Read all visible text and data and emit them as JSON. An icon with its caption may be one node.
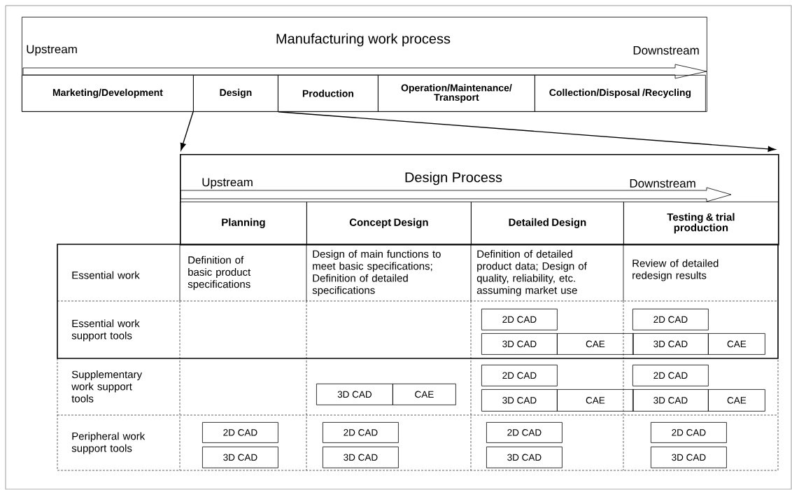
{
  "diagram": {
    "nodes": [
      {
        "text": [
          "Manufacturing work process"
        ]
      },
      {
        "text": [
          "Marketing/Development"
        ],
        "in": 0
      },
      {
        "text": [
          "Design"
        ],
        "in": 0
      },
      {
        "text": [
          "Production"
        ],
        "in": 0
      },
      {
        "text": [
          "Operation/Maintenance/ Transport"
        ],
        "in": 0
      },
      {
        "text": [
          "Collection/Disposal /Recycling"
        ],
        "in": 0
      },
      {
        "text": [
          "Design Process"
        ]
      },
      {
        "text": [
          "Planning"
        ],
        "in": 6
      },
      {
        "text": [
          "Concept Design"
        ],
        "in": 6
      },
      {
        "text": [
          "Detailed Design"
        ],
        "in": 6
      },
      {
        "text": [
          "Testing & trial production"
        ],
        "in": 6
      },
      {
        "text": [
          "2D CAD"
        ]
      },
      {
        "text": [
          "2D CAD"
        ]
      },
      {
        "text": [
          "3D CAD"
        ]
      },
      {
        "text": [
          "CAE"
        ]
      },
      {
        "text": [
          "3D CAD"
        ]
      },
      {
        "text": [
          "CAE"
        ]
      },
      {
        "text": [
          "2D CAD"
        ]
      },
      {
        "text": [
          "2D CAD"
        ]
      },
      {
        "text": [
          "3D CAD"
        ]
      },
      {
        "text": [
          "CAE"
        ]
      },
      {
        "text": [
          "3D CAD"
        ]
      },
      {
        "text": [
          "CAE"
        ]
      },
      {
        "text": [
          "3D CAD"
        ]
      },
      {
        "text": [
          "CAE"
        ]
      },
      {
        "text": [
          "2D CAD"
        ]
      },
      {
        "text": [
          "2D CAD"
        ]
      },
      {
        "text": [
          "2D CAD"
        ]
      },
      {
        "text": [
          "2D CAD"
        ]
      },
      {
        "text": [
          "3D CAD"
        ]
      },
      {
        "text": [
          "3D CAD"
        ]
      },
      {
        "text": [
          "3D CAD"
        ]
      },
      {
        "text": [
          "3D CAD"
        ]
      }
    ],
    "edges": [
      {
        "from": 2,
        "to": 6,
        "arrow": "to"
      },
      {
        "from": 2,
        "to": 6,
        "arrow": "to"
      }
    ],
    "labels": [
      "Upstream",
      "Downstream",
      "Upstream",
      "Downstream",
      "Essential work",
      "Definition of basic product specifications",
      "Design of main functions to meet basic specifications; Definition of detailed specifications",
      "Definition of detailed product data; Design of quality, reliability, etc. assuming market use",
      "Review of detailed redesign results",
      "Essential work support tools",
      "Supplementary work support tools",
      "Peripheral work support tools"
    ]
  }
}
